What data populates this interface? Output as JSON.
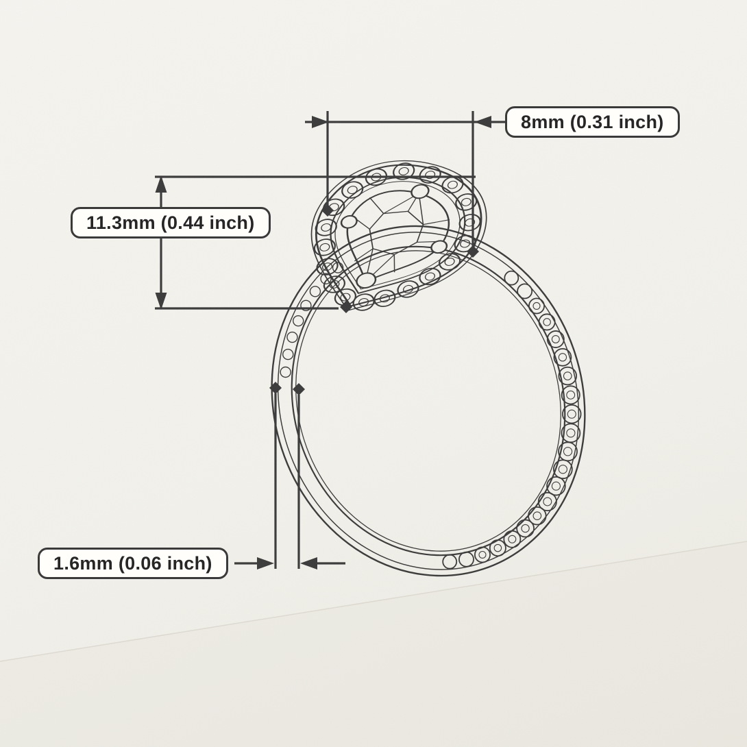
{
  "annotations": {
    "head_width": {
      "label": "8mm (0.31 inch)"
    },
    "head_height": {
      "label": "11.3mm (0.44 inch)"
    },
    "band_thickness": {
      "label": "1.6mm (0.06 inch)"
    }
  },
  "colors": {
    "background": "#f2f1eb",
    "line": "#3a3a3a",
    "label_background": "#fffefb",
    "label_text": "#262626"
  }
}
